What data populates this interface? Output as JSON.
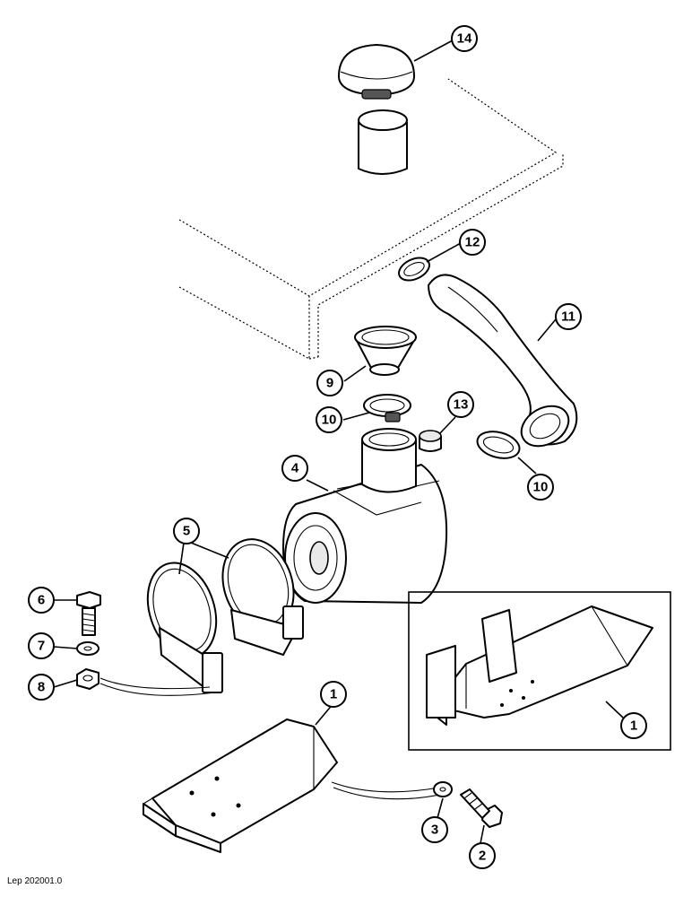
{
  "callouts": {
    "c14": "14",
    "c12": "12",
    "c11": "11",
    "c9": "9",
    "c10a": "10",
    "c13": "13",
    "c10b": "10",
    "c4": "4",
    "c5": "5",
    "c6": "6",
    "c7": "7",
    "c8": "8",
    "c1a": "1",
    "c1b": "1",
    "c3": "3",
    "c2": "2"
  },
  "footer": {
    "code": "Lep 202001.0"
  }
}
